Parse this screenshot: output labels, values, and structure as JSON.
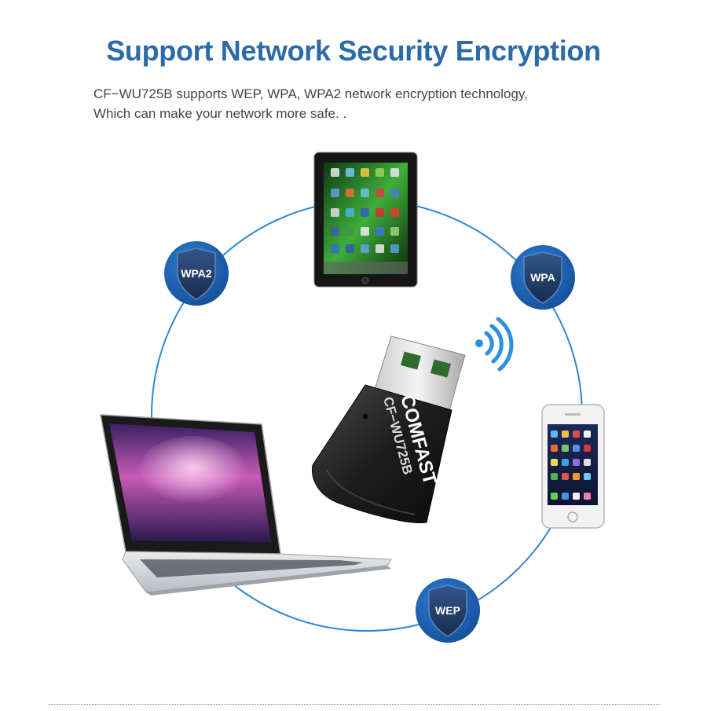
{
  "heading": {
    "title": "Support Network Security Encryption",
    "lines": [
      "CF−WU725B supports WEP, WPA, WPA2 network encryption technology,",
      "Which can make your network more safe. ."
    ]
  },
  "badges": {
    "wpa2": "WPA2",
    "wpa": "WPA",
    "wep": "WEP"
  },
  "adapter": {
    "brand": "COMFAST",
    "model": "CF−WU725B"
  },
  "colors": {
    "accent": "#2c6aa8",
    "circle": "#2f86d6",
    "badge": "#1f64b4",
    "shield": "#24406a",
    "wifi": "#2b8fe3"
  },
  "icons": {
    "badge_shield": "shield-icon",
    "signal": "wifi-signal-icon"
  }
}
